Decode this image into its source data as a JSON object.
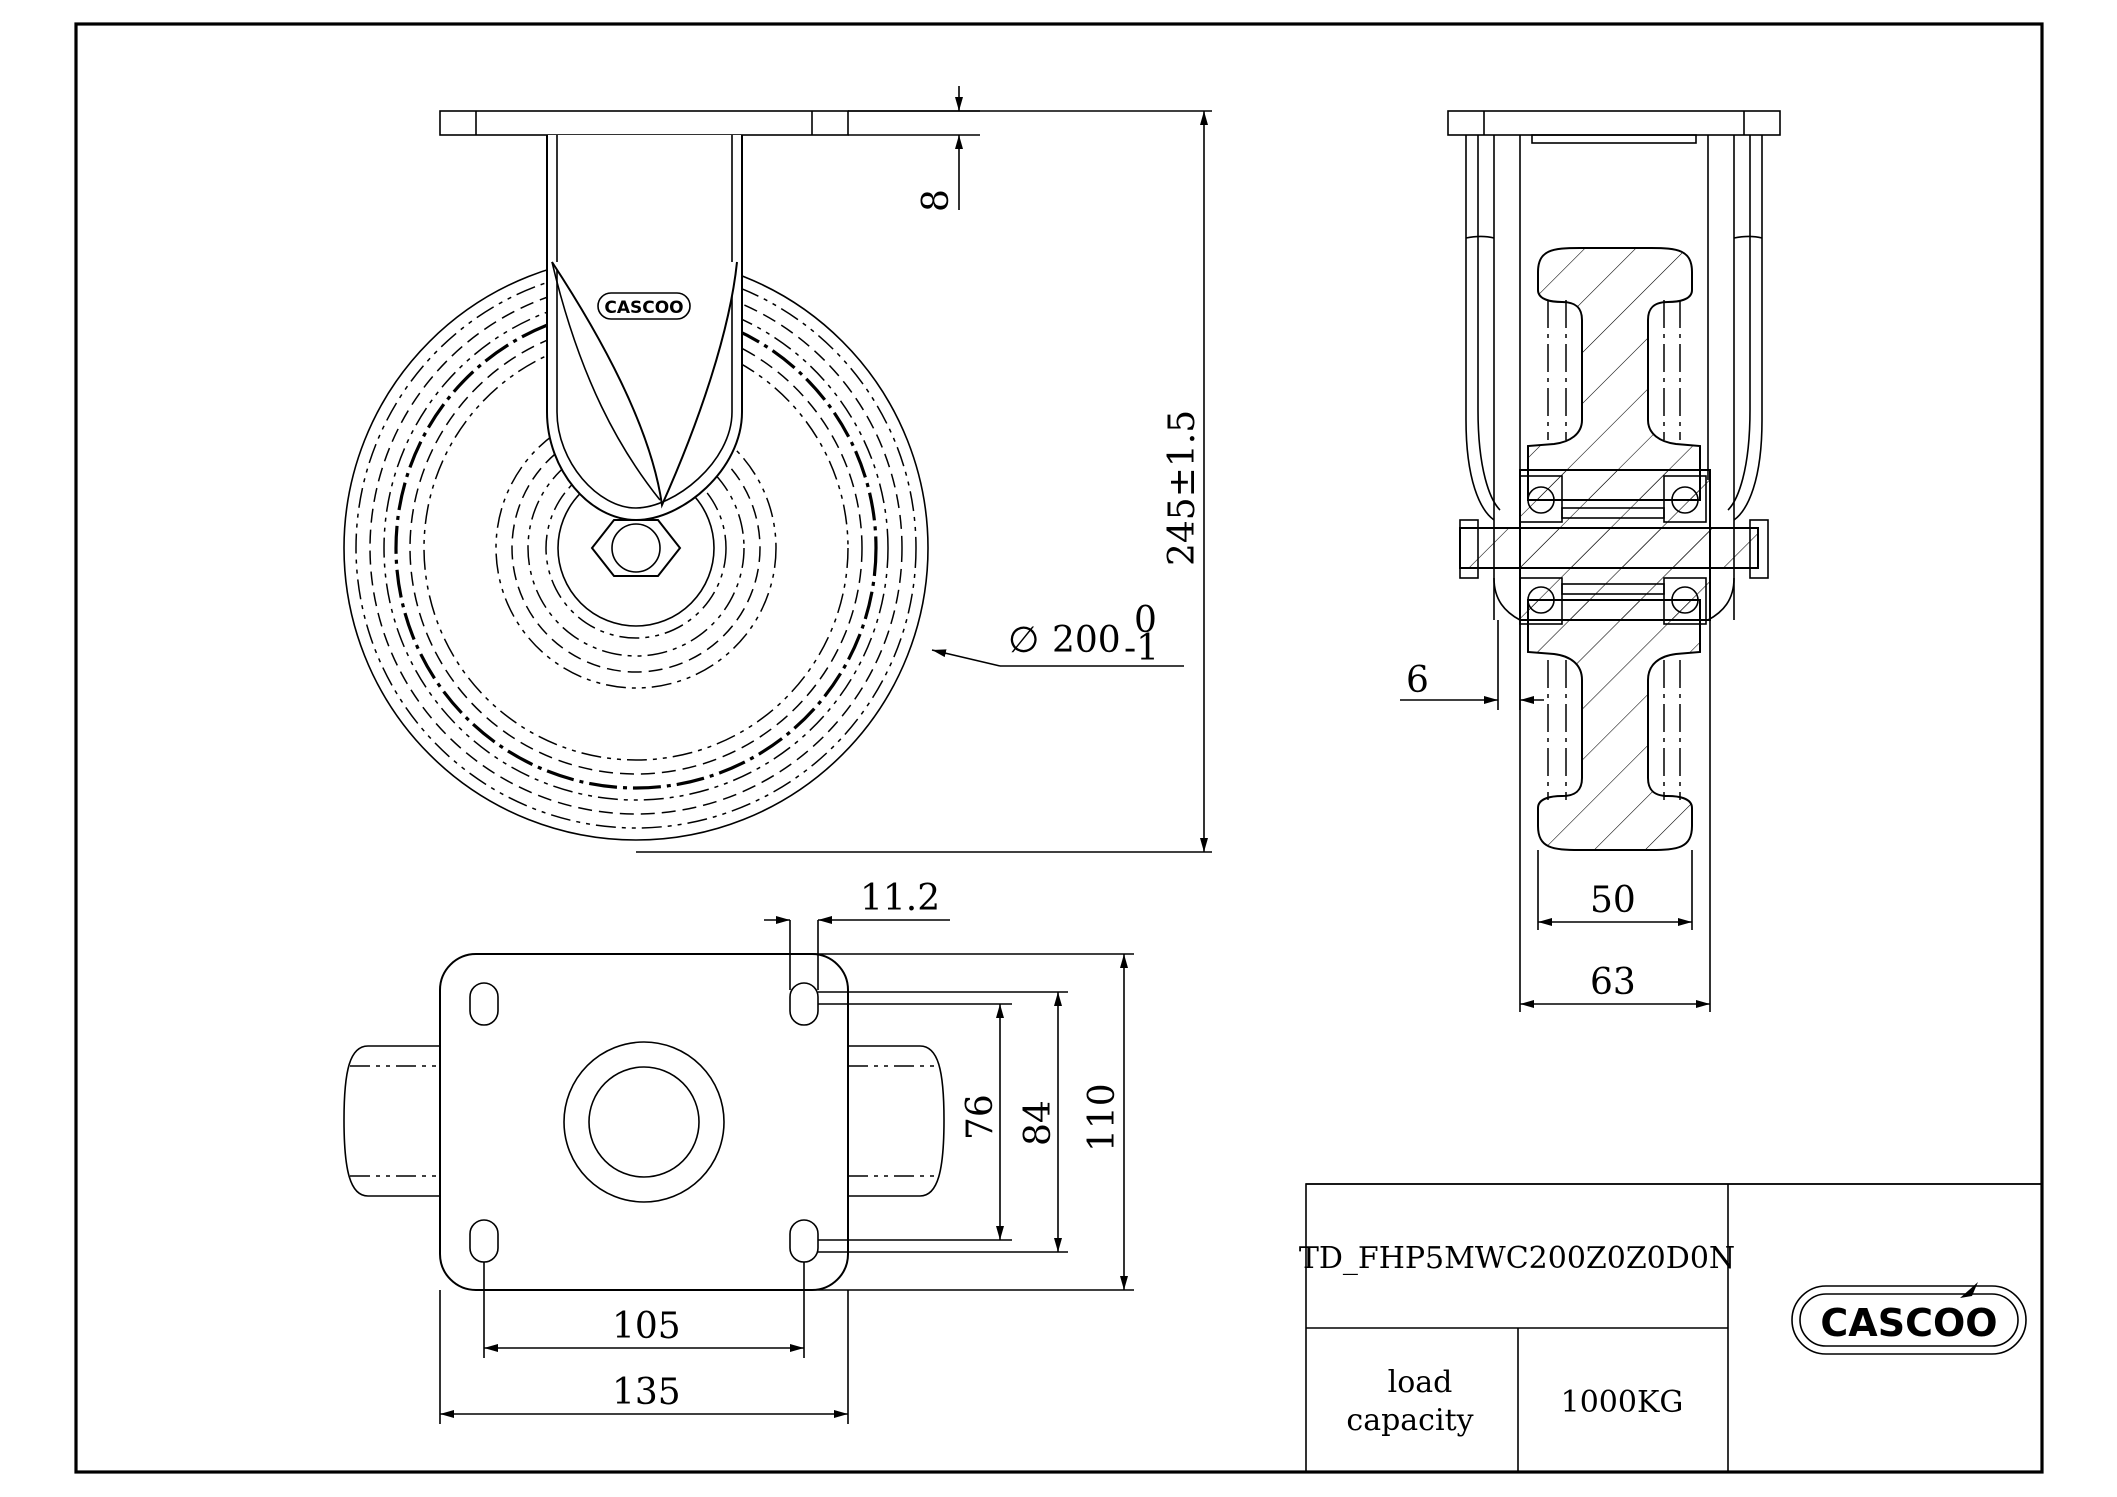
{
  "drawing": {
    "part_number": "TD_FHP5MWC200Z0Z0D0N",
    "load_label_line1": "load",
    "load_label_line2": "capacity",
    "load_value": "1000KG",
    "logo_text": "CASCOO"
  },
  "dimensions": {
    "plate_thickness": "8",
    "overall_height": "245±1.5",
    "wheel_diameter_prefix": "∅",
    "wheel_diameter": "200",
    "wheel_diameter_tol_upper": "0",
    "wheel_diameter_tol_lower": "-1",
    "hub_offset": "6",
    "wheel_width": "50",
    "hub_length": "63",
    "slot_width": "11.2",
    "hole_spacing_short_a": "76",
    "hole_spacing_short_b": "84",
    "plate_width": "110",
    "hole_spacing_long": "105",
    "plate_length": "135"
  }
}
